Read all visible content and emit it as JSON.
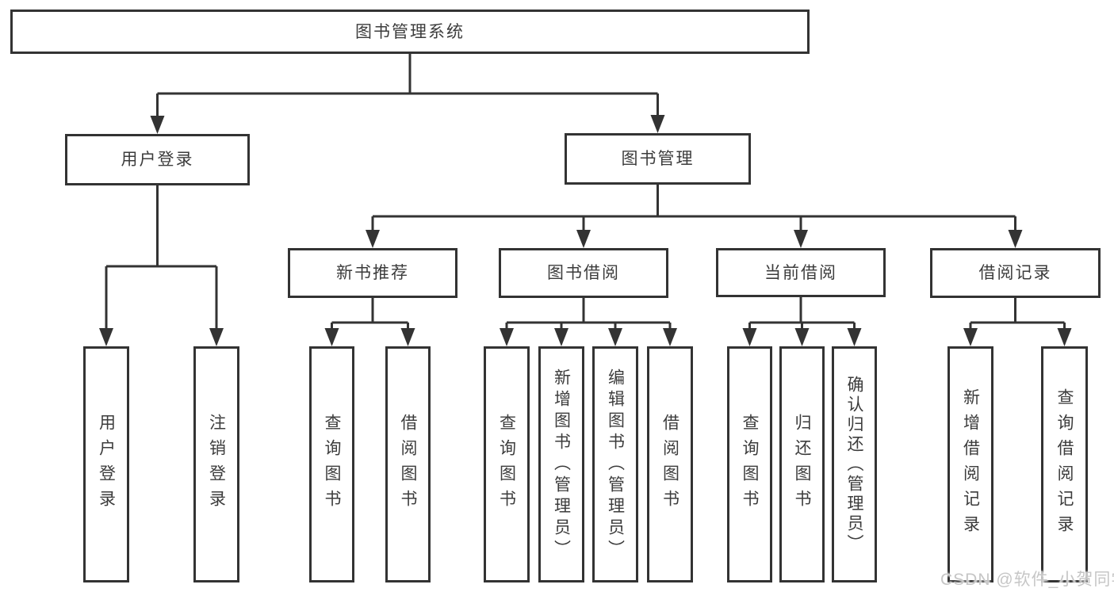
{
  "tree": {
    "label": "图书管理系统",
    "children": [
      {
        "label": "用户登录",
        "children": [
          {
            "label": "用户登录"
          },
          {
            "label": "注销登录"
          }
        ]
      },
      {
        "label": "图书管理",
        "children": [
          {
            "label": "新书推荐",
            "children": [
              {
                "label": "查询图书"
              },
              {
                "label": "借阅图书"
              }
            ]
          },
          {
            "label": "图书借阅",
            "children": [
              {
                "label": "查询图书"
              },
              {
                "label": "新增图书（管理员）"
              },
              {
                "label": "编辑图书（管理员）"
              },
              {
                "label": "借阅图书"
              }
            ]
          },
          {
            "label": "当前借阅",
            "children": [
              {
                "label": "查询图书"
              },
              {
                "label": "归还图书"
              },
              {
                "label": "确认归还（管理员）"
              }
            ]
          },
          {
            "label": "借阅记录",
            "children": [
              {
                "label": "新增借阅记录"
              },
              {
                "label": "查询借阅记录"
              }
            ]
          }
        ]
      }
    ]
  },
  "watermark": {
    "text": "CSDN @软件_小贺同学"
  },
  "colors": {
    "line": "#333333",
    "text": "#3c3c3c",
    "background": "#ffffff",
    "watermark": "#c6c6c6"
  }
}
